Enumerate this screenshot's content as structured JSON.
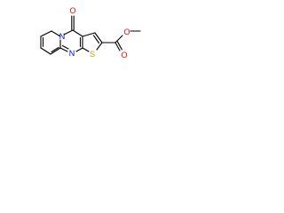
{
  "structure": {
    "atoms": {
      "carbonyl_o": "O",
      "ring_n": "N",
      "imine_n": "N",
      "ring_s": "S",
      "ester_o_double": "O",
      "ester_o_single": "O"
    },
    "colors": {
      "bond": "#000000",
      "oxygen": "#ff0000",
      "nitrogen": "#0000ff",
      "sulfur": "#b8a500"
    }
  }
}
